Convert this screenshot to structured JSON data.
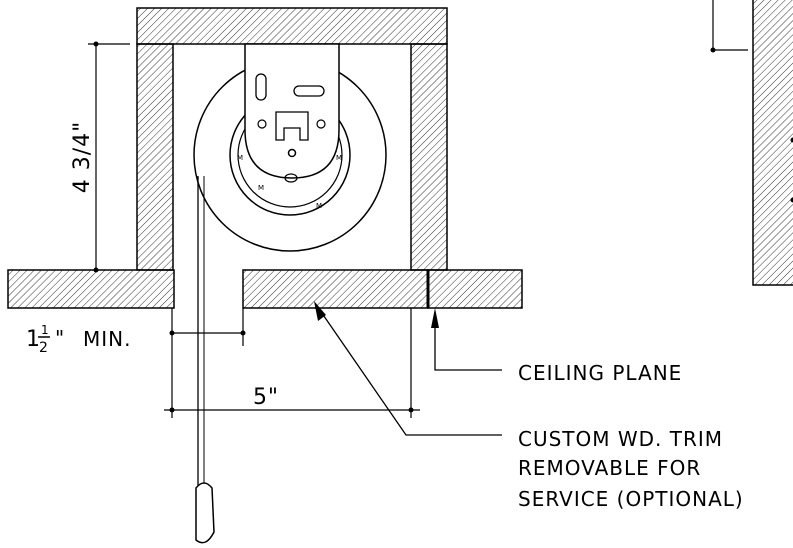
{
  "dimensions": {
    "height_label": "4  3/4\"",
    "min_gap_whole": "1",
    "min_gap_numerator": "1",
    "min_gap_denominator": "2",
    "min_gap_inch": "\"",
    "min_gap_suffix": "MIN.",
    "width_label": "5\""
  },
  "callouts": {
    "ceiling": "CEILING PLANE",
    "trim_line1": "CUSTOM WD. TRIM",
    "trim_line2": "REMOVABLE FOR",
    "trim_line3": "SERVICE (OPTIONAL)"
  },
  "colors": {
    "line": "#000000",
    "hatch": "#000000",
    "background": "#ffffff"
  }
}
